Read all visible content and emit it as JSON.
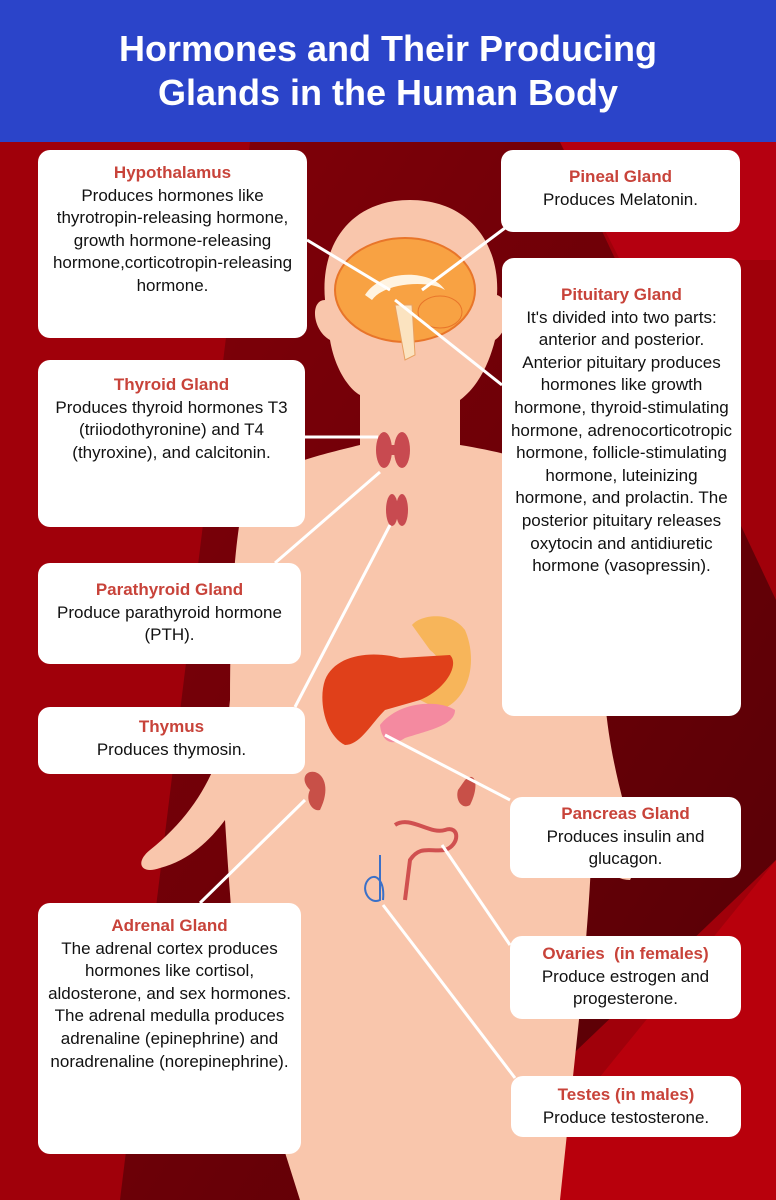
{
  "title": "Hormones and Their Producing Glands in the Human Body",
  "colors": {
    "header": "#2b44c9",
    "background": "#a0000a",
    "label": "#c8433a",
    "skin": "#f9c6ac"
  },
  "glands": {
    "hypothalamus": {
      "name": "Hypothalamus",
      "text": "Produces hormones like thyrotropin-releasing hormone, growth hormone-releasing hormone,corticotropin-releasing hormone."
    },
    "pineal": {
      "name": "Pineal Gland",
      "text": "Produces Melatonin."
    },
    "pituitary": {
      "name": "Pituitary Gland",
      "text": "It's divided into two parts: anterior and posterior. Anterior pituitary produces hormones like growth hormone, thyroid-stimulating hormone, adrenocorticotropic hormone, follicle-stimulating hormone, luteinizing hormone, and prolactin. The posterior pituitary releases oxytocin and antidiuretic hormone (vasopressin)."
    },
    "thyroid": {
      "name": "Thyroid Gland",
      "text": "Produces thyroid hormones T3 (triiodothyronine) and T4 (thyroxine), and calcitonin."
    },
    "parathyroid": {
      "name": "Parathyroid Gland",
      "text": "Produce parathyroid hormone (PTH)."
    },
    "thymus": {
      "name": "Thymus",
      "text": "Produces thymosin."
    },
    "pancreas": {
      "name": "Pancreas Gland",
      "text": "Produces insulin and glucagon."
    },
    "adrenal": {
      "name": "Adrenal Gland",
      "text": "The adrenal cortex produces hormones like cortisol, aldosterone, and sex hormones. The adrenal medulla produces adrenaline (epinephrine) and noradrenaline (norepinephrine)."
    },
    "ovaries": {
      "name": "Ovaries  (in females)",
      "text": "Produce estrogen and progesterone."
    },
    "testes": {
      "name": "Testes (in males)",
      "text": "Produce testosterone."
    }
  }
}
